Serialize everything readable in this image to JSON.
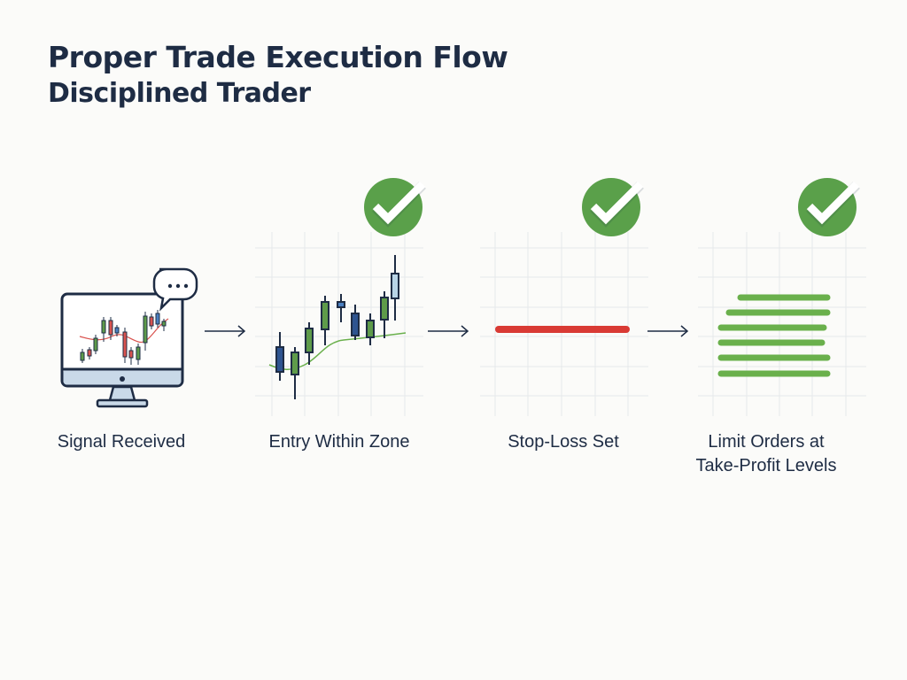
{
  "header": {
    "title": "Proper Trade Execution Flow",
    "subtitle": "Disciplined Trader"
  },
  "colors": {
    "text": "#1e2c44",
    "check_green": "#5aa04a",
    "stop_loss_red": "#d93a34",
    "take_profit_green": "#6ab04c",
    "candle_blue": "#2e5490",
    "candle_green": "#5e9b4a",
    "grid": "#e6e8ea"
  },
  "steps": [
    {
      "label": "Signal Received",
      "icon": "monitor-chart-icon",
      "checked": false
    },
    {
      "label": "Entry Within Zone",
      "icon": "candlestick-chart-icon",
      "checked": true
    },
    {
      "label": "Stop-Loss Set",
      "icon": "stop-loss-line-icon",
      "checked": true
    },
    {
      "label": "Limit Orders at Take-Profit Levels",
      "icon": "take-profit-levels-icon",
      "checked": true
    }
  ],
  "arrows": [
    "arrow-right-icon",
    "arrow-right-icon",
    "arrow-right-icon"
  ]
}
